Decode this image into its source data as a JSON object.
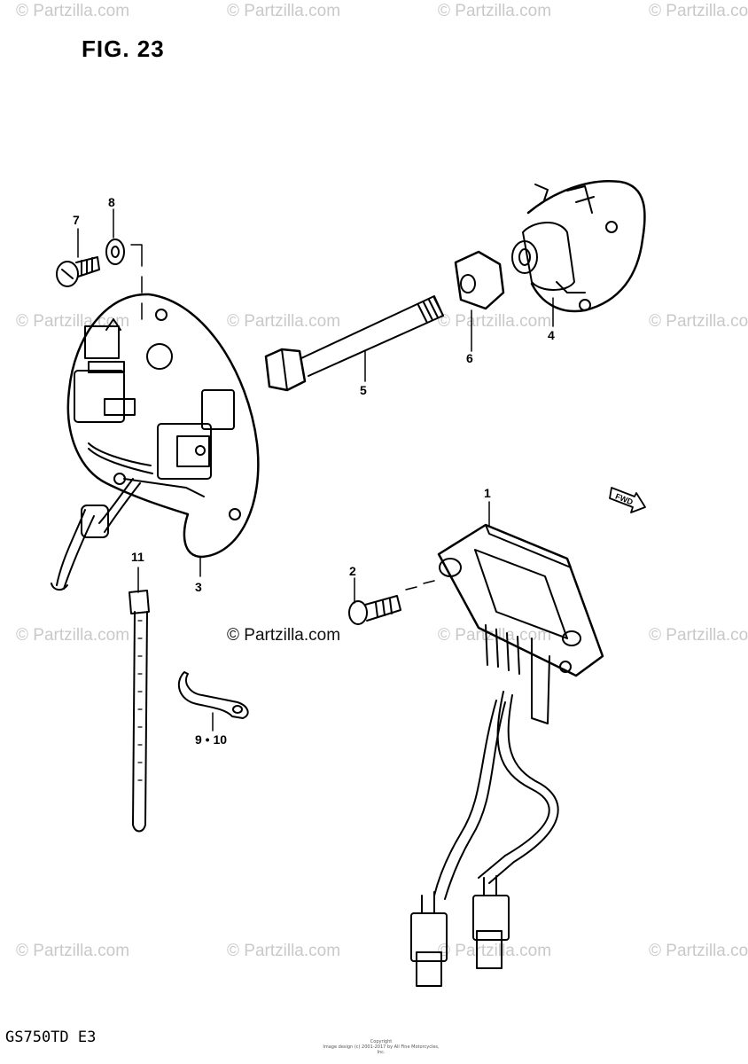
{
  "figure": {
    "title": "FIG. 23",
    "model_code": "GS750TD  E3",
    "center_watermark": "© Partzilla.com",
    "watermark_text": "© Partzilla.com",
    "fine_print": [
      "Copyright",
      "Image design (c) 2001-2017 by All Fine Motorcycles, Inc."
    ]
  },
  "callouts": {
    "c1": "1",
    "c2": "2",
    "c3": "3",
    "c4": "4",
    "c5": "5",
    "c6": "6",
    "c7": "7",
    "c8": "8",
    "c9_10": "9 • 10",
    "c11": "11"
  },
  "fwd_label": "FWD"
}
